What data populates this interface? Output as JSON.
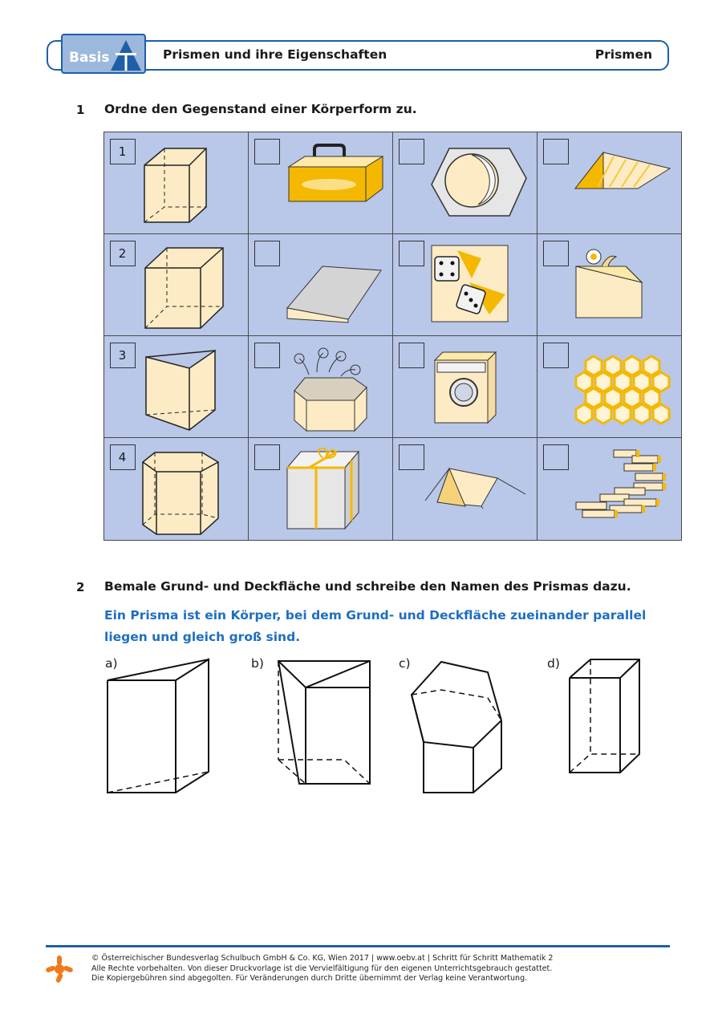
{
  "header": {
    "badge": "Basis",
    "title": "Prismen und ihre Eigenschaften",
    "section": "Prismen"
  },
  "task1": {
    "number": "1",
    "text": "Ordne den Gegenstand einer Körperform zu.",
    "rows": [
      {
        "number": "1"
      },
      {
        "number": "2"
      },
      {
        "number": "3"
      },
      {
        "number": "4"
      }
    ]
  },
  "task2": {
    "number": "2",
    "text": "Bemale Grund- und Deckfläche und schreibe den Namen des Prismas dazu.",
    "info": "Ein Prisma ist ein Körper, bei dem Grund- und Deckfläche zueinander parallel liegen und gleich groß sind.",
    "labels": {
      "a": "a)",
      "b": "b)",
      "c": "c)",
      "d": "d)"
    }
  },
  "footer": {
    "line1": "© Österreichischer Bundesverlag Schulbuch GmbH & Co. KG, Wien 2017 | www.oebv.at | Schritt für Schritt Mathematik 2",
    "line2": "Alle Rechte vorbehalten. Von dieser Druckvorlage ist die Vervielfältigung für den eigenen Unterrichtsgebrauch gestattet.",
    "line3": "Die Kopiergebühren sind abgegolten. Für Veränderungen durch Dritte übernimmt der Verlag keine Verantwortung."
  },
  "colors": {
    "accent": "#1e5fa8",
    "grid_bg": "#b9c7e8",
    "shape_fill": "#fcebc4",
    "yellow": "#f5b800",
    "info_text": "#1e6fc0"
  }
}
